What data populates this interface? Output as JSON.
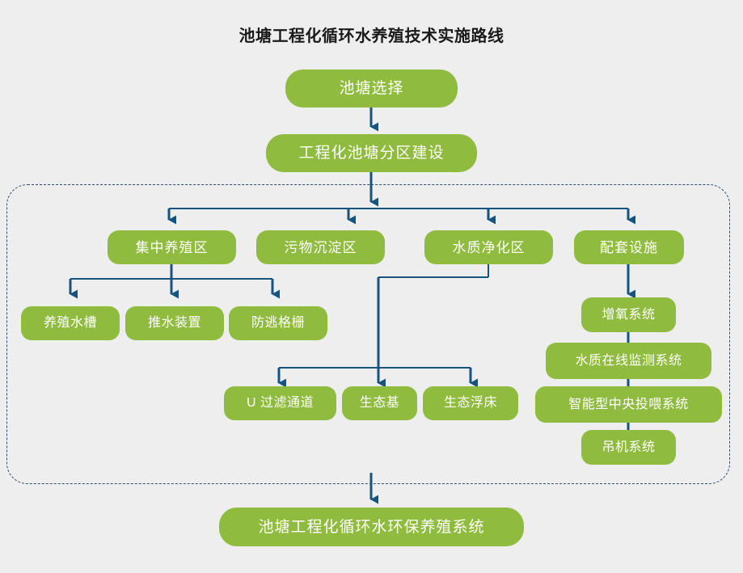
{
  "page": {
    "title": "池塘工程化循环水养殖技术实施路线",
    "background_color": "#eeeeee",
    "node_color": "#8fbb3e",
    "node_text_color": "#ffffff",
    "connector_color": "#17537f",
    "dashed_border_color": "#2c4f73"
  },
  "nodes": {
    "pond_selection": "池塘选择",
    "zoning_construction": "工程化池塘分区建设",
    "intensive_culture_zone": "集中养殖区",
    "waste_settling_zone": "污物沉淀区",
    "water_purification_zone": "水质净化区",
    "supporting_facilities": "配套设施",
    "culture_raceway": "养殖水槽",
    "water_pushing_device": "推水装置",
    "escape_prevention_grid": "防逃格栅",
    "u_filter_channel": "U 过滤通道",
    "eco_base": "生态基",
    "eco_floating_bed": "生态浮床",
    "oxygen_system": "增氧系统",
    "water_quality_monitor_system": "水质在线监测系统",
    "smart_central_feeding_system": "智能型中央投喂系统",
    "crane_system": "吊机系统",
    "final_system": "池塘工程化循环水环保养殖系统"
  }
}
